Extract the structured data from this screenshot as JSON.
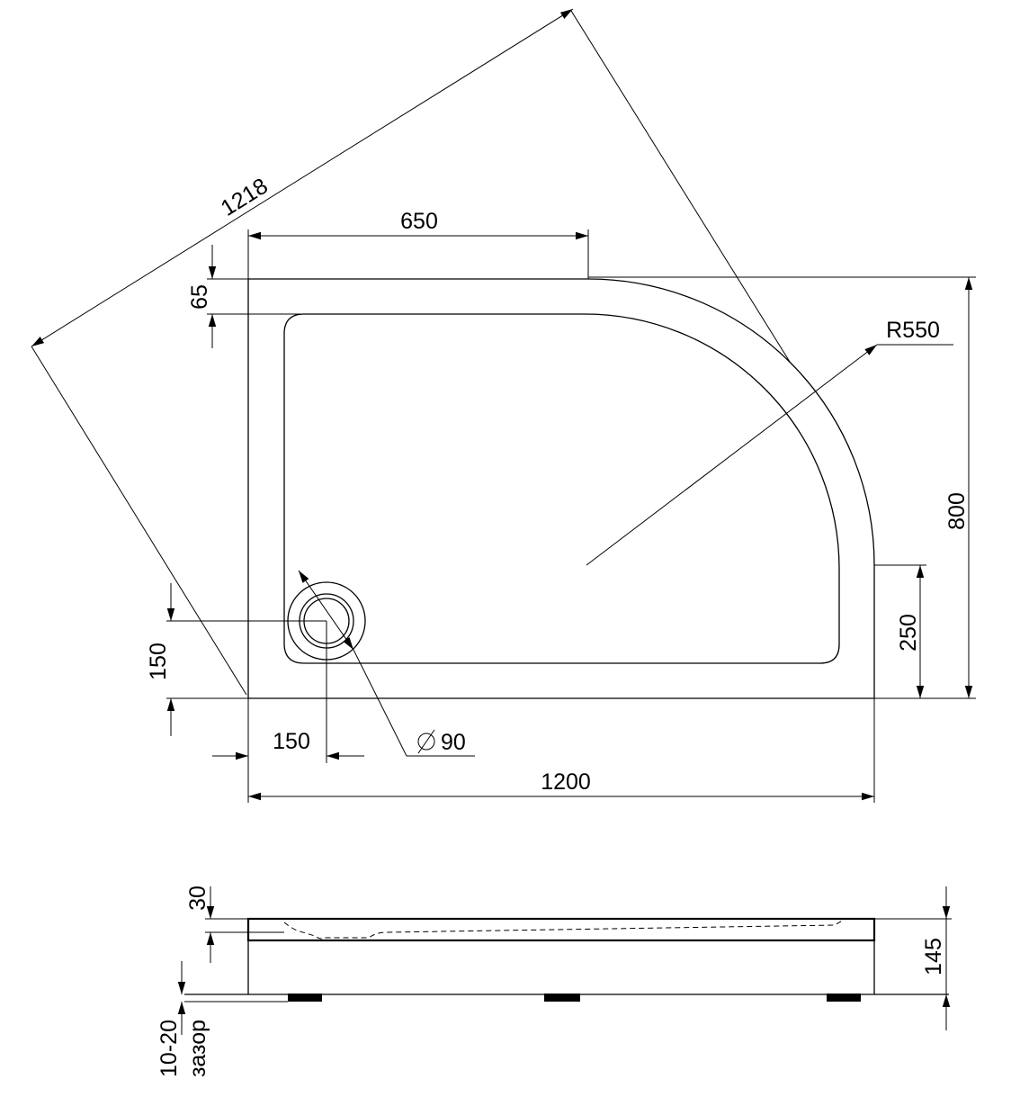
{
  "top_view": {
    "dim_diagonal": "1218",
    "dim_650": "650",
    "dim_65": "65",
    "dim_radius": "R550",
    "dim_800": "800",
    "dim_250": "250",
    "dim_150_vertical": "150",
    "dim_150_horizontal": "150",
    "dim_drain": "90",
    "dim_1200": "1200"
  },
  "side_view": {
    "dim_30": "30",
    "dim_145": "145",
    "dim_gap": "10-20",
    "gap_label": "зазор"
  }
}
